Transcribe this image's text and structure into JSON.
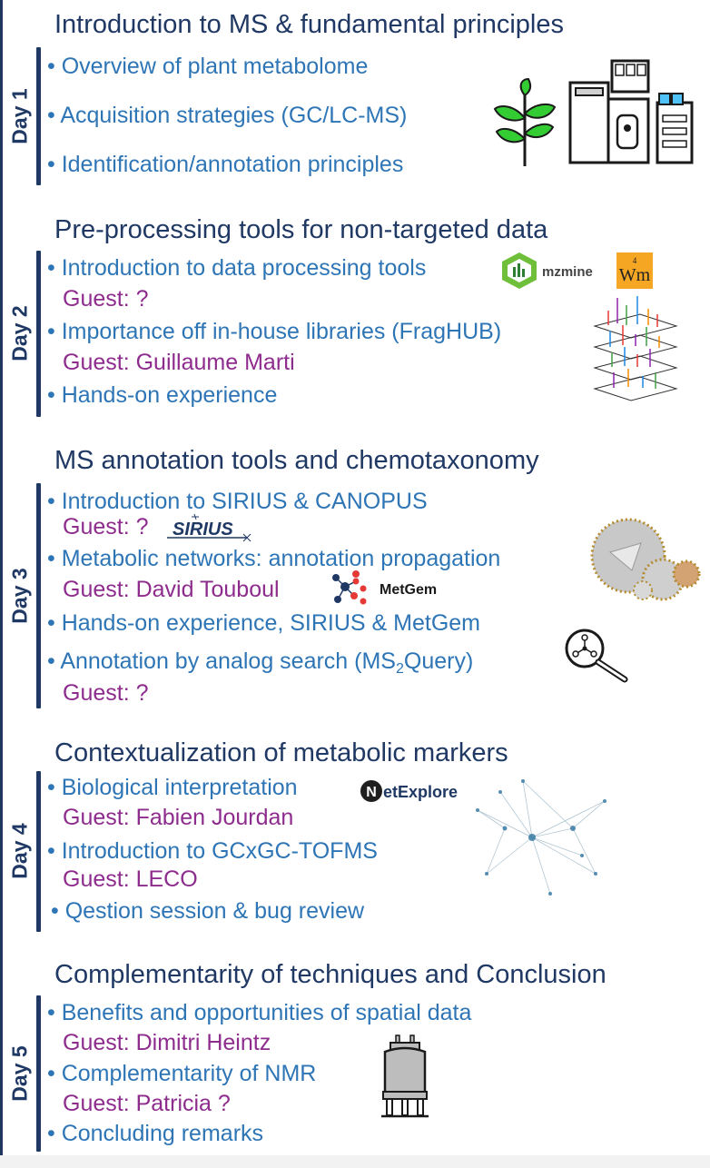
{
  "days": [
    {
      "label": "Day 1",
      "title": "Introduction to MS & fundamental principles",
      "items": [
        "• Overview of plant metabolome",
        "• Acquisition strategies (GC/LC-MS)",
        "• Identification/annotation principles"
      ]
    },
    {
      "label": "Day 2",
      "title": "Pre-processing tools for non-targeted data",
      "items": [
        "• Introduction to data processing tools",
        "Guest: ?",
        "• Importance off in-house libraries (FragHUB)",
        "Guest: Guillaume Marti",
        "• Hands-on experience"
      ],
      "logos": {
        "mzmine": "mzmine",
        "wm": "Wm",
        "wm_sup": "4"
      }
    },
    {
      "label": "Day 3",
      "title": "MS annotation tools and chemotaxonomy",
      "items": [
        "• Introduction to SIRIUS & CANOPUS",
        "Guest: ?",
        "• Metabolic networks: annotation propagation",
        "Guest: David Touboul",
        "• Hands-on experience, SIRIUS & MetGem",
        "• Annotation by analog search (MS",
        "2",
        "Query)",
        "Guest: ?"
      ],
      "logos": {
        "sirius": "SIRIUS",
        "metgem": "MetGem"
      }
    },
    {
      "label": "Day 4",
      "title": "Contextualization of metabolic markers",
      "items": [
        "• Biological interpretation",
        "Guest: Fabien Jourdan",
        "• Introduction to GCxGC-TOFMS",
        "Guest: LECO",
        "• Qestion session & bug review"
      ],
      "logos": {
        "metexplore_n": "N",
        "metexplore": "etExplore"
      }
    },
    {
      "label": "Day 5",
      "title": "Complementarity of techniques and Conclusion",
      "items": [
        "• Benefits and opportunities of spatial data",
        "Guest: Dimitri Heintz",
        "• Complementarity of NMR",
        "Guest: Patricia ?",
        "• Concluding remarks"
      ]
    }
  ],
  "colors": {
    "title": "#1f3864",
    "bullet": "#2e75b6",
    "guest": "#8e2c8e",
    "bar": "#1f3864"
  },
  "icons": [
    "plant-icon",
    "ms-instrument-icon",
    "mzmine-logo",
    "wm-logo",
    "spectra-stack-icon",
    "sirius-logo",
    "molecular-network-icon",
    "metgem-logo",
    "analog-search-icon",
    "metexplore-logo",
    "network-graph-icon",
    "nmr-magnet-icon"
  ]
}
